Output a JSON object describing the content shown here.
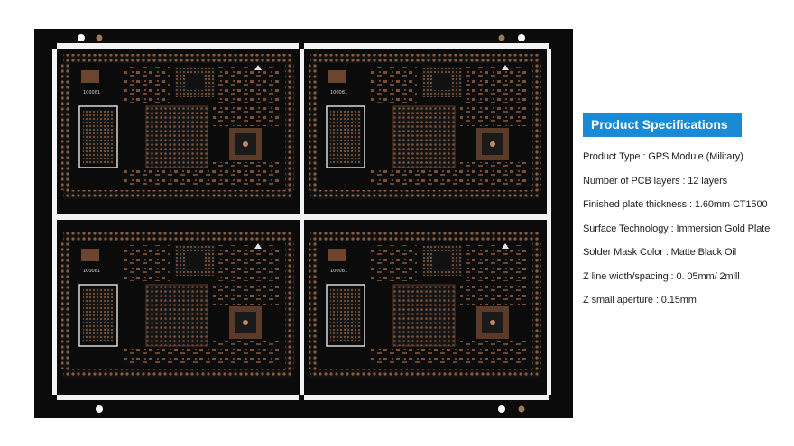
{
  "product_image": {
    "description_icon": "pcb-board-photo",
    "board_color": "#0b0b0b",
    "pad_color": "#8a5a3c",
    "rail_color": "#f2f2f2",
    "panel_count": 4
  },
  "specs": {
    "title": "Product Specifications",
    "accent_color": "#1a8ad4",
    "items": [
      "Product Type : GPS Module (Military)",
      "Number of PCB layers : 12 layers",
      "Finished plate thickness : 1.60mm CT1500",
      "Surface Technology : Immersion Gold Plate",
      "Solder Mask Color : Matte Black Oil",
      "Z line width/spacing : 0. 05mm/ 2mill",
      "Z small aperture : 0.15mm"
    ]
  }
}
